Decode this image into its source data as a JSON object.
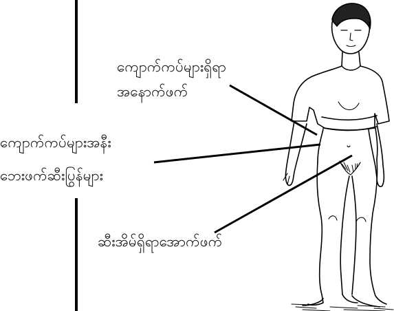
{
  "labels": {
    "upper_back_line1": "ကျောက်ကပ်များရှိရာ",
    "upper_back_line2": "အနောက်ဖက်",
    "left_line1": "ကျောက်ကပ်များအနီး",
    "left_line2": "ဘေးဖက်ဆီးပြွန်များ",
    "lower": "ဆီးအိမ်ရှိရာအောက်ဖက်"
  }
}
